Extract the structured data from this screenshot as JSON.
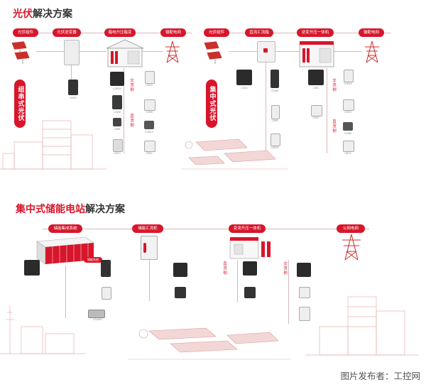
{
  "section1": {
    "title_red": "光伏",
    "title_rest": "解决方案",
    "left_labels": [
      "光伏组件",
      "光伏逆变器",
      "箱电升压箱变",
      "输配电网"
    ],
    "left_vertical": "组串式光伏",
    "right_labels": [
      "光伏组件",
      "直流汇流箱",
      "逆变升压一体机",
      "输配电网"
    ],
    "right_vertical": "集中式光伏",
    "side_left_a": "交流侧",
    "side_left_b": "直流侧",
    "side_right_a": "交流侧",
    "side_right_b": "直流侧"
  },
  "section2": {
    "title_red": "集中式储能电站",
    "title_rest": "解决方案",
    "labels": [
      "储能集成系统",
      "储能汇流柜",
      "变流升压一体机",
      "公网电网"
    ],
    "side_a": "直流侧",
    "side_b": "交流侧",
    "tag": "储能系统"
  },
  "captions": {
    "c1": "CDIM1",
    "c2": "CDM3S",
    "c3": "CDW6",
    "c4": "CDB6",
    "c5": "CDCH",
    "c6": "CDM3",
    "c7": "CDRM",
    "c8": "CDM10",
    "c9": "CDPV",
    "c10": "CDCB",
    "c11": "CDW6",
    "c12": "CDBS",
    "c13": "CDM3S",
    "c14": "CDRL",
    "c15": "CDM7",
    "c16": "CDM1Z",
    "c17": "STK-BEC",
    "c18": "CDM3",
    "c19": "CDW6",
    "c20": "CDCX"
  },
  "footer": "图片发布者：工控网"
}
